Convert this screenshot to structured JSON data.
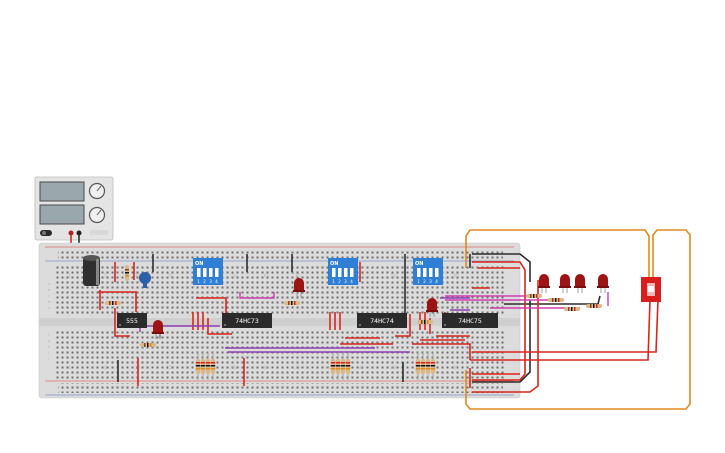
{
  "colors": {
    "breadboard": "#dcdcdc",
    "rail_red": "#d83a2c",
    "rail_blue": "#4a6fb5",
    "wire_red": "#d8251d",
    "wire_black": "#2d2d2d",
    "wire_orange": "#e08a1e",
    "wire_purple": "#8b3fb0",
    "wire_pink": "#d13fae",
    "chip": "#2b2b2b",
    "dip_switch": "#2f7fd6",
    "led_red": "#9c1414",
    "switch_red": "#d81e1e"
  },
  "breadboard": {
    "column_numbers": [
      "1",
      "5",
      "10",
      "15",
      "20",
      "25",
      "30",
      "35",
      "40",
      "45",
      "50",
      "55",
      "60"
    ],
    "row_letters_top": [
      "a",
      "b",
      "c",
      "d",
      "e"
    ],
    "row_letters_bottom": [
      "f",
      "g",
      "h",
      "i",
      "j"
    ]
  },
  "chips": [
    {
      "label": "555"
    },
    {
      "label": "74HC73"
    },
    {
      "label": "74HC74"
    },
    {
      "label": "74HC75"
    }
  ],
  "dip_switches": [
    {
      "on_label": "ON",
      "numbers": [
        "1",
        "2",
        "3",
        "4"
      ]
    },
    {
      "on_label": "ON",
      "numbers": [
        "1",
        "2",
        "3",
        "4"
      ]
    },
    {
      "on_label": "ON",
      "numbers": [
        "1",
        "2",
        "3",
        "4"
      ]
    }
  ],
  "power_supply": {
    "icons": [
      "display-icon",
      "knob-icon",
      "power-switch-icon"
    ]
  }
}
